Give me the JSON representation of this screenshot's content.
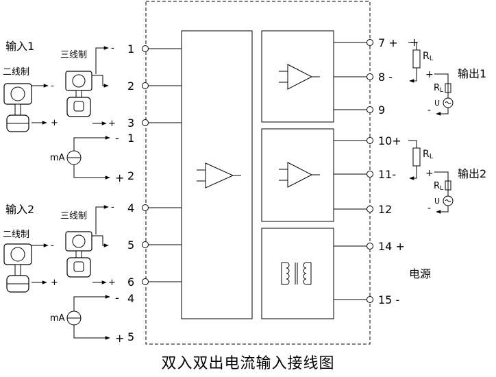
{
  "caption": "双入双出电流输入接线图",
  "input1": {
    "title": "输入1",
    "two_wire": "二线制",
    "three_wire": "三线制",
    "terminals": [
      "1",
      "2",
      "3"
    ],
    "ma_label": "mA",
    "ma_terminals": [
      "1",
      "2"
    ]
  },
  "input2": {
    "title": "输入2",
    "two_wire": "二线制",
    "three_wire": "三线制",
    "terminals": [
      "4",
      "5",
      "6"
    ],
    "ma_label": "mA",
    "ma_terminals": [
      "4",
      "5"
    ]
  },
  "output1": {
    "title": "输出1",
    "terminals": [
      "7 +",
      "8 -",
      "9"
    ],
    "resistor": "R",
    "resistor_sub": "L",
    "voltage": "U"
  },
  "output2": {
    "title": "输出2",
    "terminals": [
      "10+",
      "11-",
      "12"
    ],
    "resistor": "R",
    "resistor_sub": "L",
    "voltage": "U"
  },
  "power": {
    "title": "电源",
    "terminals": [
      "14 +",
      "15 -"
    ]
  },
  "signs": {
    "minus": "-",
    "plus": "+"
  }
}
